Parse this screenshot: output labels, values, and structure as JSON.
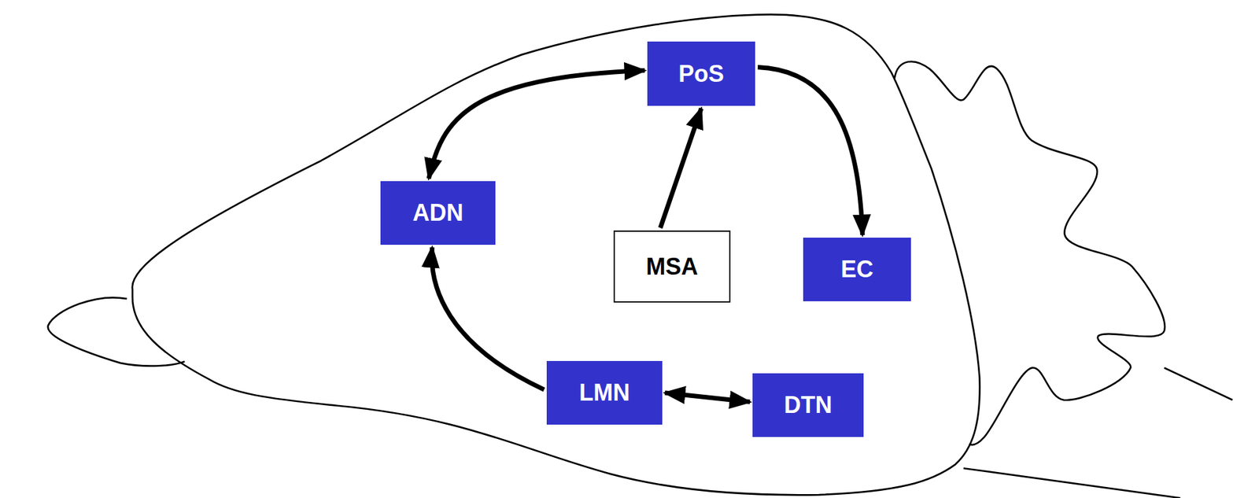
{
  "diagram": {
    "nodes": [
      {
        "text": [
          "PoS"
        ]
      },
      {
        "text": [
          "ADN"
        ]
      },
      {
        "text": [
          "MSA"
        ]
      },
      {
        "text": [
          "EC"
        ]
      },
      {
        "text": [
          "LMN"
        ]
      },
      {
        "text": [
          "DTN"
        ]
      }
    ],
    "edges": [
      {
        "from": 1,
        "to": 0,
        "arrow": "both"
      },
      {
        "from": 2,
        "to": 0,
        "arrow": "to"
      },
      {
        "from": 0,
        "to": 3,
        "arrow": "to"
      },
      {
        "from": 4,
        "to": 1,
        "arrow": "to"
      },
      {
        "from": 4,
        "to": 5,
        "arrow": "both"
      }
    ]
  }
}
